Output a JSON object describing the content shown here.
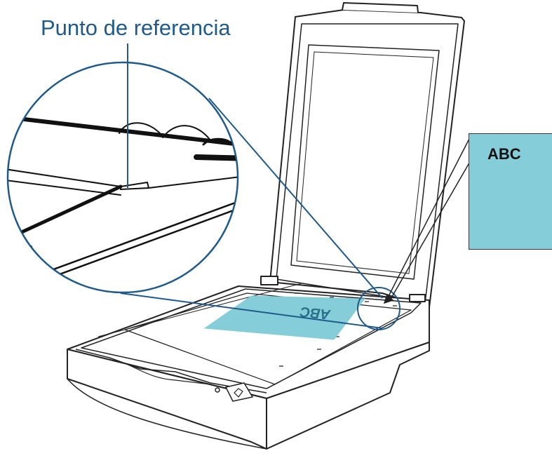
{
  "callout": {
    "label": "Punto de referencia"
  },
  "document": {
    "text": "ABC"
  },
  "scanner_glass_document": {
    "text": "ABC"
  },
  "colors": {
    "document_fill": "#84cdd9",
    "callout_blue": "#1f5a8a",
    "outline": "#222222"
  },
  "icons": [
    "scan-button-icon",
    "power-indicator-icon"
  ]
}
